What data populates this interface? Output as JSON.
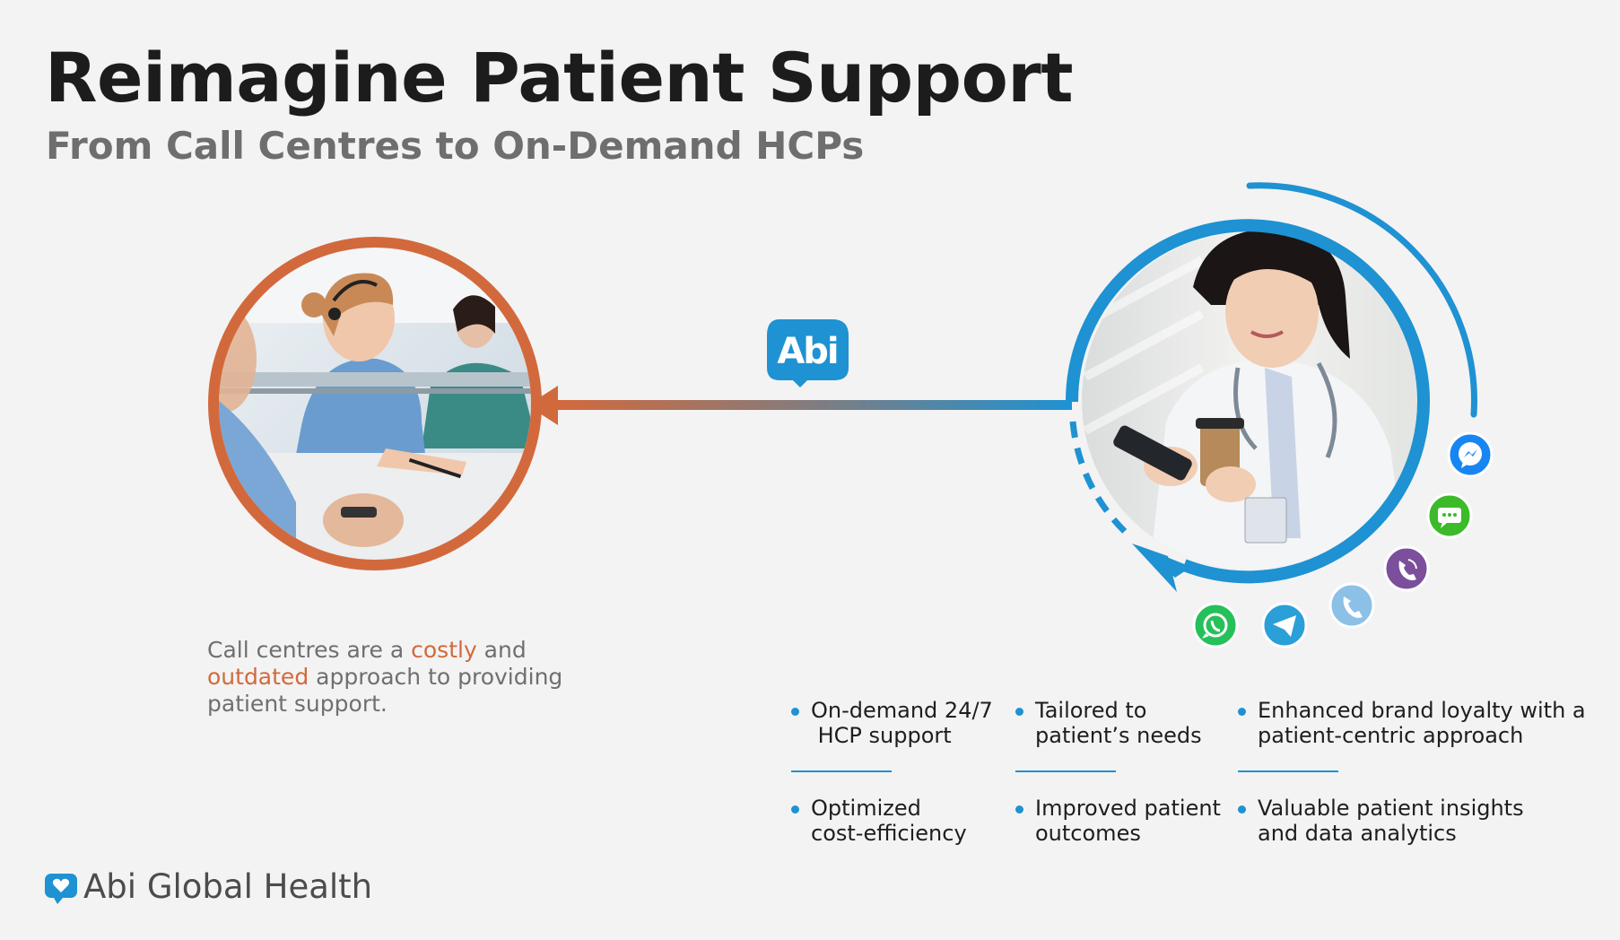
{
  "header": {
    "title": "Reimagine Patient Support",
    "subtitle": "From Call Centres to On-Demand HCPs"
  },
  "center_logo": {
    "label": "Abi"
  },
  "left_panel": {
    "image": "call-centre-photo",
    "ring_color": "#d2693c",
    "description": {
      "part1": "Call centres are a ",
      "highlight1": "costly",
      "part2": " and ",
      "highlight2": "outdated",
      "part3": " approach to providing patient support."
    }
  },
  "right_panel": {
    "image": "doctor-with-phone-photo",
    "ring_color": "#1e92d2",
    "channel_icons": [
      {
        "name": "whatsapp-icon",
        "color": "#25c05a"
      },
      {
        "name": "telegram-icon",
        "color": "#2a9fd8"
      },
      {
        "name": "phone-icon",
        "color": "#8cc0e6"
      },
      {
        "name": "viber-icon",
        "color": "#7b4f9b"
      },
      {
        "name": "sms-icon",
        "color": "#3cba2a"
      },
      {
        "name": "messenger-icon",
        "color": "#1786f2"
      }
    ]
  },
  "benefits": [
    {
      "line1": "On-demand 24/7",
      "line2": " HCP support"
    },
    {
      "line1": "Tailored to",
      "line2": "patient’s needs"
    },
    {
      "line1": "Enhanced brand loyalty with a",
      "line2": "patient-centric approach"
    },
    {
      "line1": "Optimized",
      "line2": "cost-efficiency"
    },
    {
      "line1": "Improved patient",
      "line2": "outcomes"
    },
    {
      "line1": "Valuable patient insights",
      "line2": "and data analytics"
    }
  ],
  "footer": {
    "brand": "Abi Global Health",
    "accent": "#1e92d2"
  }
}
